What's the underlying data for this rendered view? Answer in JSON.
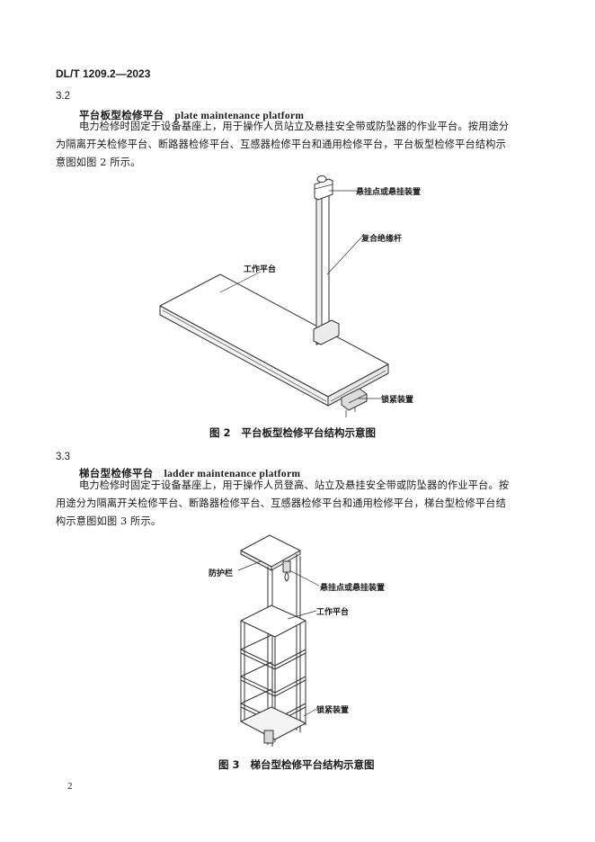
{
  "header": {
    "standard_id": "DL/T 1209.2—2023"
  },
  "sections": [
    {
      "number": "3.2",
      "term_zh": "平台板型检修平台",
      "term_en": "plate maintenance platform",
      "paragraph_lines": [
        "电力检修时固定于设备基座上，用于操作人员站立及悬挂安全带或防坠器的作业平台。按用途分",
        "为隔离开关检修平台、断路器检修平台、互感器检修平台和通用检修平台，平台板型检修平台结构示",
        "意图如图 2 所示。"
      ]
    },
    {
      "number": "3.3",
      "term_zh": "梯台型检修平台",
      "term_en": "ladder maintenance platform",
      "paragraph_lines": [
        "电力检修时固定于设备基座上，用于操作人员登高、站立及悬挂安全带或防坠器的作业平台。按",
        "用途分为隔离开关检修平台、断路器检修平台、互感器检修平台和通用检修平台，梯台型检修平台结",
        "构示意图如图 3 所示。"
      ]
    }
  ],
  "figure2": {
    "caption_num": "图 2",
    "caption_text": "平台板型检修平台结构示意图",
    "labels": {
      "hanging_point": "悬挂点或悬挂装置",
      "insulating_rod": "复合绝缘杆",
      "platform": "工作平台",
      "clamp": "锁紧装置"
    }
  },
  "figure3": {
    "caption_num": "图 3",
    "caption_text": "梯台型检修平台结构示意图",
    "labels": {
      "guardrail": "防护栏",
      "hanging_point": "悬挂点或悬挂装置",
      "platform": "工作平台",
      "clamp": "锁紧装置"
    }
  },
  "page_number": "2"
}
